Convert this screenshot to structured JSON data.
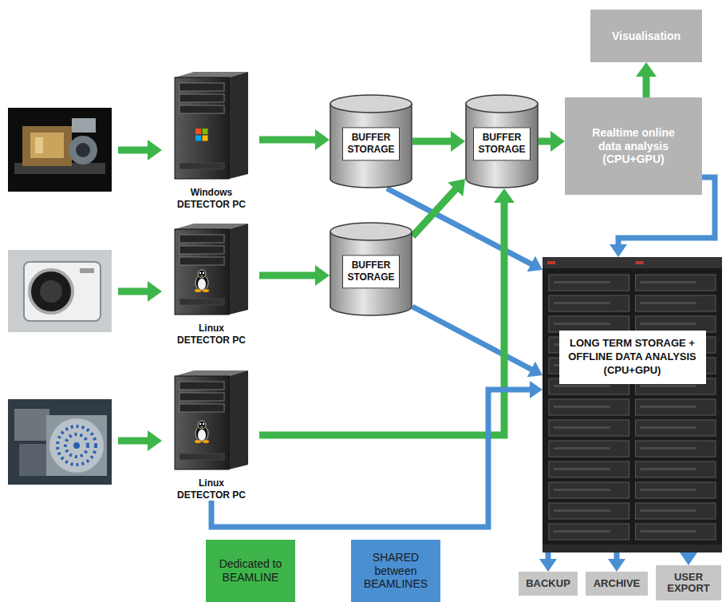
{
  "diagram": {
    "nodes": [
      {
        "text": [
          "Windows DETECTOR PC"
        ]
      },
      {
        "text": [
          "BUFFER STORAGE"
        ]
      },
      {
        "text": [
          "BUFFER STORAGE"
        ]
      },
      {
        "text": [
          "Realtime online data analysis (CPU+GPU)"
        ]
      },
      {
        "text": [
          "Visualisation"
        ]
      },
      {
        "text": [
          "Linux DETECTOR PC"
        ]
      },
      {
        "text": [
          "BUFFER STORAGE"
        ]
      },
      {
        "text": [
          "LONG TERM STORAGE + OFFLINE DATA ANALYSIS (CPU+GPU)"
        ]
      },
      {
        "text": [
          "Linux DETECTOR PC"
        ]
      },
      {
        "text": [
          "BACKUP"
        ]
      },
      {
        "text": [
          "ARCHIVE"
        ]
      },
      {
        "text": [
          "USER EXPORT"
        ]
      }
    ],
    "edges": [
      {
        "from": 0,
        "to": 1,
        "arrow": "to"
      },
      {
        "from": 1,
        "to": 2,
        "arrow": "to"
      },
      {
        "from": 2,
        "to": 3,
        "arrow": "to"
      },
      {
        "from": 3,
        "to": 4,
        "arrow": "to"
      },
      {
        "from": 1,
        "to": 7,
        "arrow": "to"
      },
      {
        "from": 3,
        "to": 7,
        "arrow": "to"
      },
      {
        "from": 5,
        "to": 6,
        "arrow": "to"
      },
      {
        "from": 6,
        "to": 2,
        "arrow": "to"
      },
      {
        "from": 6,
        "to": 7,
        "arrow": "to"
      },
      {
        "from": 8,
        "to": 2,
        "arrow": "to"
      },
      {
        "from": 8,
        "to": 7,
        "arrow": "to"
      },
      {
        "from": 7,
        "to": 9,
        "arrow": "to"
      },
      {
        "from": 7,
        "to": 10,
        "arrow": "to"
      },
      {
        "from": 7,
        "to": 11,
        "arrow": "to"
      }
    ],
    "legend": [
      {
        "text": "Dedicated to BEAMLINE",
        "color": "#3db54a"
      },
      {
        "text": "SHARED between BEAMLINES",
        "color": "#4b8fd3"
      }
    ]
  }
}
